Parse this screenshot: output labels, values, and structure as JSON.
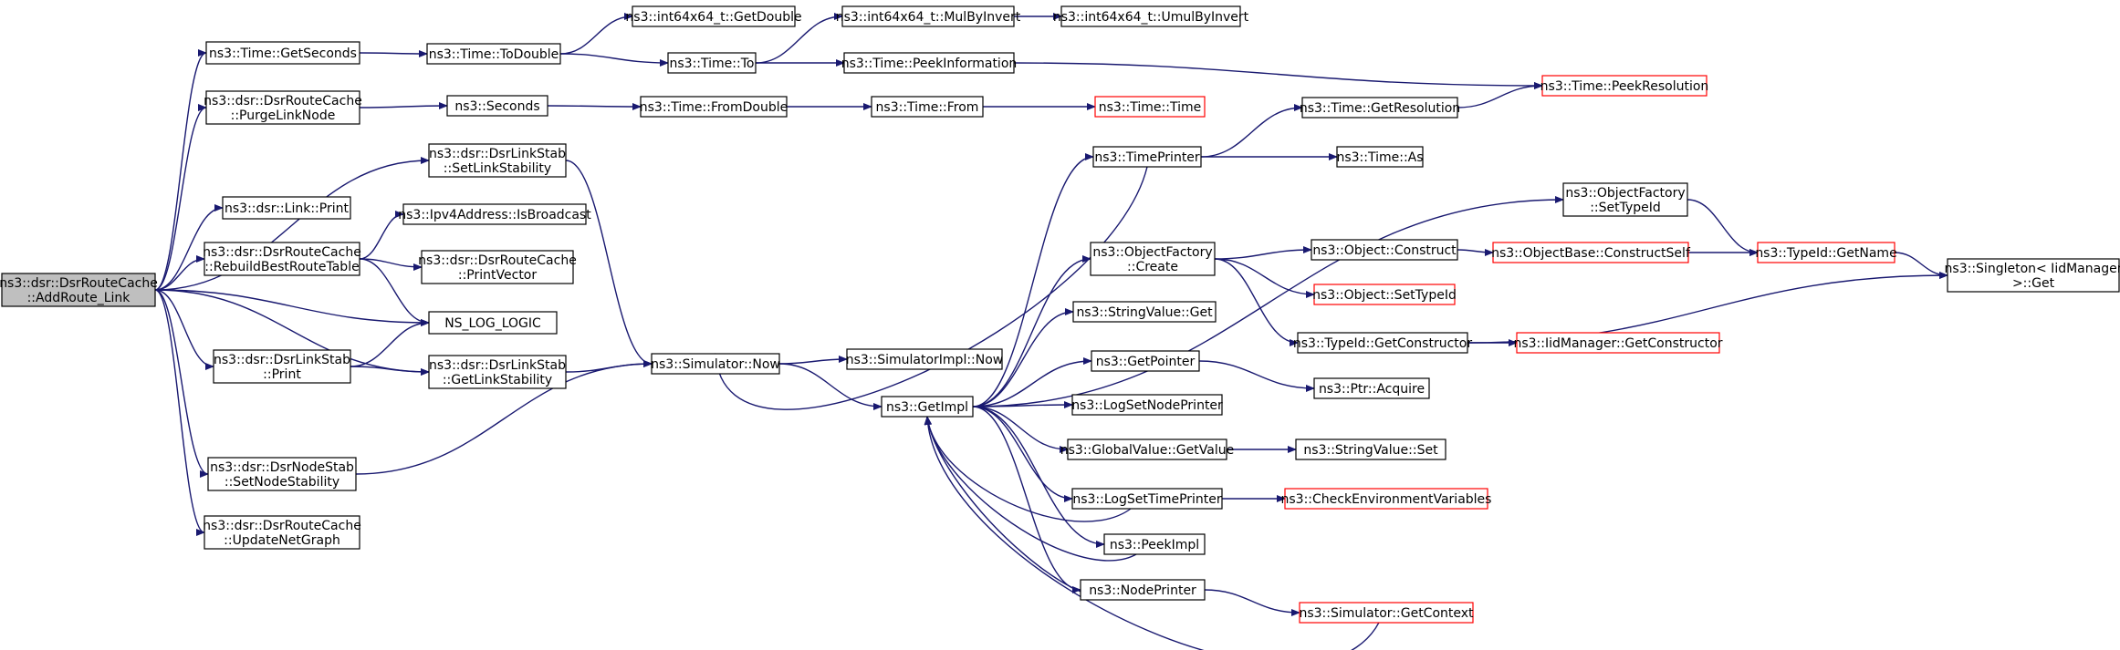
{
  "colors": {
    "edge": "#191970",
    "box_normal": "#000000",
    "box_truncated": "#ff0000",
    "fill_focus": "#bfbfbf",
    "fill_normal": "#ffffff",
    "text": "#000000"
  },
  "nodes": [
    {
      "id": "addroute",
      "lines": [
        "ns3::dsr::DsrRouteCache",
        "::AddRoute_Link"
      ],
      "style": "focus"
    },
    {
      "id": "getseconds",
      "lines": [
        "ns3::Time::GetSeconds"
      ],
      "style": "normal"
    },
    {
      "id": "purge",
      "lines": [
        "ns3::dsr::DsrRouteCache",
        "::PurgeLinkNode"
      ],
      "style": "normal"
    },
    {
      "id": "setlinkstab",
      "lines": [
        "ns3::dsr::DsrLinkStab",
        "::SetLinkStability"
      ],
      "style": "normal"
    },
    {
      "id": "linkprint",
      "lines": [
        "ns3::dsr::Link::Print"
      ],
      "style": "normal"
    },
    {
      "id": "rebuild",
      "lines": [
        "ns3::dsr::DsrRouteCache",
        "::RebuildBestRouteTable"
      ],
      "style": "normal"
    },
    {
      "id": "linkstabprint",
      "lines": [
        "ns3::dsr::DsrLinkStab",
        "::Print"
      ],
      "style": "normal"
    },
    {
      "id": "setnodestab",
      "lines": [
        "ns3::dsr::DsrNodeStab",
        "::SetNodeStability"
      ],
      "style": "normal"
    },
    {
      "id": "updatenet",
      "lines": [
        "ns3::dsr::DsrRouteCache",
        "::UpdateNetGraph"
      ],
      "style": "normal"
    },
    {
      "id": "todouble",
      "lines": [
        "ns3::Time::ToDouble"
      ],
      "style": "normal"
    },
    {
      "id": "seconds",
      "lines": [
        "ns3::Seconds"
      ],
      "style": "normal"
    },
    {
      "id": "isbroadcast",
      "lines": [
        "ns3::Ipv4Address::IsBroadcast"
      ],
      "style": "normal"
    },
    {
      "id": "printvector",
      "lines": [
        "ns3::dsr::DsrRouteCache",
        "::PrintVector"
      ],
      "style": "normal"
    },
    {
      "id": "nslog",
      "lines": [
        "NS_LOG_LOGIC"
      ],
      "style": "normal"
    },
    {
      "id": "getlinkstab",
      "lines": [
        "ns3::dsr::DsrLinkStab",
        "::GetLinkStability"
      ],
      "style": "normal"
    },
    {
      "id": "getdouble",
      "lines": [
        "ns3::int64x64_t::GetDouble"
      ],
      "style": "normal"
    },
    {
      "id": "timeto",
      "lines": [
        "ns3::Time::To"
      ],
      "style": "normal"
    },
    {
      "id": "fromdouble",
      "lines": [
        "ns3::Time::FromDouble"
      ],
      "style": "normal"
    },
    {
      "id": "simnow",
      "lines": [
        "ns3::Simulator::Now"
      ],
      "style": "normal"
    },
    {
      "id": "mulbyinvert",
      "lines": [
        "ns3::int64x64_t::MulByInvert"
      ],
      "style": "normal"
    },
    {
      "id": "umulbyinvert",
      "lines": [
        "ns3::int64x64_t::UmulByInvert"
      ],
      "style": "normal"
    },
    {
      "id": "peekinfo",
      "lines": [
        "ns3::Time::PeekInformation"
      ],
      "style": "normal"
    },
    {
      "id": "timefrom",
      "lines": [
        "ns3::Time::From"
      ],
      "style": "normal"
    },
    {
      "id": "timetime",
      "lines": [
        "ns3::Time::Time"
      ],
      "style": "truncated"
    },
    {
      "id": "simimplnow",
      "lines": [
        "ns3::SimulatorImpl::Now"
      ],
      "style": "normal"
    },
    {
      "id": "getimpl",
      "lines": [
        "ns3::GetImpl"
      ],
      "style": "normal"
    },
    {
      "id": "timeprinter",
      "lines": [
        "ns3::TimePrinter"
      ],
      "style": "normal"
    },
    {
      "id": "objfactorycreate",
      "lines": [
        "ns3::ObjectFactory",
        "::Create"
      ],
      "style": "normal"
    },
    {
      "id": "stringvalueget",
      "lines": [
        "ns3::StringValue::Get"
      ],
      "style": "normal"
    },
    {
      "id": "getpointer",
      "lines": [
        "ns3::GetPointer"
      ],
      "style": "normal"
    },
    {
      "id": "logsetnodeprinter",
      "lines": [
        "ns3::LogSetNodePrinter"
      ],
      "style": "normal"
    },
    {
      "id": "globalvalueget",
      "lines": [
        "ns3::GlobalValue::GetValue"
      ],
      "style": "normal"
    },
    {
      "id": "logsettimeprinter",
      "lines": [
        "ns3::LogSetTimePrinter"
      ],
      "style": "normal"
    },
    {
      "id": "peekimpl",
      "lines": [
        "ns3::PeekImpl"
      ],
      "style": "normal"
    },
    {
      "id": "nodeprinter",
      "lines": [
        "ns3::NodePrinter"
      ],
      "style": "normal"
    },
    {
      "id": "getresolution",
      "lines": [
        "ns3::Time::GetResolution"
      ],
      "style": "normal"
    },
    {
      "id": "timeas",
      "lines": [
        "ns3::Time::As"
      ],
      "style": "normal"
    },
    {
      "id": "objconstruct",
      "lines": [
        "ns3::Object::Construct"
      ],
      "style": "normal"
    },
    {
      "id": "objsettypeid",
      "lines": [
        "ns3::Object::SetTypeId"
      ],
      "style": "truncated"
    },
    {
      "id": "typeidgetctor",
      "lines": [
        "ns3::TypeId::GetConstructor"
      ],
      "style": "normal"
    },
    {
      "id": "ptracquire",
      "lines": [
        "ns3::Ptr::Acquire"
      ],
      "style": "normal"
    },
    {
      "id": "stringvalueset",
      "lines": [
        "ns3::StringValue::Set"
      ],
      "style": "normal"
    },
    {
      "id": "checkenv",
      "lines": [
        "ns3::CheckEnvironmentVariables"
      ],
      "style": "truncated"
    },
    {
      "id": "getcontext",
      "lines": [
        "ns3::Simulator::GetContext"
      ],
      "style": "truncated"
    },
    {
      "id": "peekresolution",
      "lines": [
        "ns3::Time::PeekResolution"
      ],
      "style": "truncated"
    },
    {
      "id": "objfactorysettypeid",
      "lines": [
        "ns3::ObjectFactory",
        "::SetTypeId"
      ],
      "style": "normal"
    },
    {
      "id": "objbaseconstructself",
      "lines": [
        "ns3::ObjectBase::ConstructSelf"
      ],
      "style": "truncated"
    },
    {
      "id": "iidmanagergetctor",
      "lines": [
        "ns3::IidManager::GetConstructor"
      ],
      "style": "truncated"
    },
    {
      "id": "typeidgetname",
      "lines": [
        "ns3::TypeId::GetName"
      ],
      "style": "truncated"
    },
    {
      "id": "singletonget",
      "lines": [
        "ns3::Singleton< IidManager",
        " >::Get"
      ],
      "style": "normal"
    }
  ],
  "edges": [
    [
      "addroute",
      "getseconds"
    ],
    [
      "addroute",
      "purge"
    ],
    [
      "addroute",
      "setlinkstab"
    ],
    [
      "addroute",
      "linkprint"
    ],
    [
      "addroute",
      "rebuild"
    ],
    [
      "addroute",
      "nslog"
    ],
    [
      "addroute",
      "linkstabprint"
    ],
    [
      "addroute",
      "getlinkstab"
    ],
    [
      "addroute",
      "setnodestab"
    ],
    [
      "addroute",
      "updatenet"
    ],
    [
      "getseconds",
      "todouble"
    ],
    [
      "todouble",
      "getdouble"
    ],
    [
      "todouble",
      "timeto"
    ],
    [
      "timeto",
      "mulbyinvert"
    ],
    [
      "timeto",
      "peekinfo"
    ],
    [
      "mulbyinvert",
      "umulbyinvert"
    ],
    [
      "peekinfo",
      "peekresolution"
    ],
    [
      "purge",
      "seconds"
    ],
    [
      "seconds",
      "fromdouble"
    ],
    [
      "fromdouble",
      "timefrom"
    ],
    [
      "timefrom",
      "timetime"
    ],
    [
      "setlinkstab",
      "simnow"
    ],
    [
      "rebuild",
      "isbroadcast"
    ],
    [
      "rebuild",
      "printvector"
    ],
    [
      "rebuild",
      "nslog"
    ],
    [
      "linkstabprint",
      "nslog"
    ],
    [
      "linkstabprint",
      "getlinkstab"
    ],
    [
      "getlinkstab",
      "simnow"
    ],
    [
      "setnodestab",
      "simnow"
    ],
    [
      "simnow",
      "simimplnow"
    ],
    [
      "simnow",
      "getimpl"
    ],
    [
      "getimpl",
      "timeprinter"
    ],
    [
      "getimpl",
      "objfactorysettypeid"
    ],
    [
      "getimpl",
      "objfactorycreate"
    ],
    [
      "getimpl",
      "stringvalueget"
    ],
    [
      "getimpl",
      "getpointer"
    ],
    [
      "getimpl",
      "logsetnodeprinter"
    ],
    [
      "getimpl",
      "globalvalueget"
    ],
    [
      "getimpl",
      "logsettimeprinter"
    ],
    [
      "getimpl",
      "peekimpl"
    ],
    [
      "getimpl",
      "nodeprinter"
    ],
    [
      "timeprinter",
      "simnow"
    ],
    [
      "timeprinter",
      "getresolution"
    ],
    [
      "timeprinter",
      "timeas"
    ],
    [
      "getresolution",
      "peekresolution"
    ],
    [
      "objfactorycreate",
      "objconstruct"
    ],
    [
      "objfactorycreate",
      "objsettypeid"
    ],
    [
      "objfactorycreate",
      "typeidgetctor"
    ],
    [
      "objconstruct",
      "objbaseconstructself"
    ],
    [
      "objbaseconstructself",
      "typeidgetname"
    ],
    [
      "objfactorysettypeid",
      "typeidgetname"
    ],
    [
      "typeidgetname",
      "singletonget"
    ],
    [
      "typeidgetctor",
      "singletonget"
    ],
    [
      "typeidgetctor",
      "iidmanagergetctor"
    ],
    [
      "getpointer",
      "ptracquire"
    ],
    [
      "globalvalueget",
      "stringvalueset"
    ],
    [
      "logsettimeprinter",
      "checkenv"
    ],
    [
      "nodeprinter",
      "getcontext"
    ],
    [
      "getcontext",
      "getimpl"
    ],
    [
      "nodeprinter",
      "getimpl"
    ],
    [
      "peekimpl",
      "getimpl"
    ],
    [
      "logsettimeprinter",
      "getimpl"
    ]
  ]
}
